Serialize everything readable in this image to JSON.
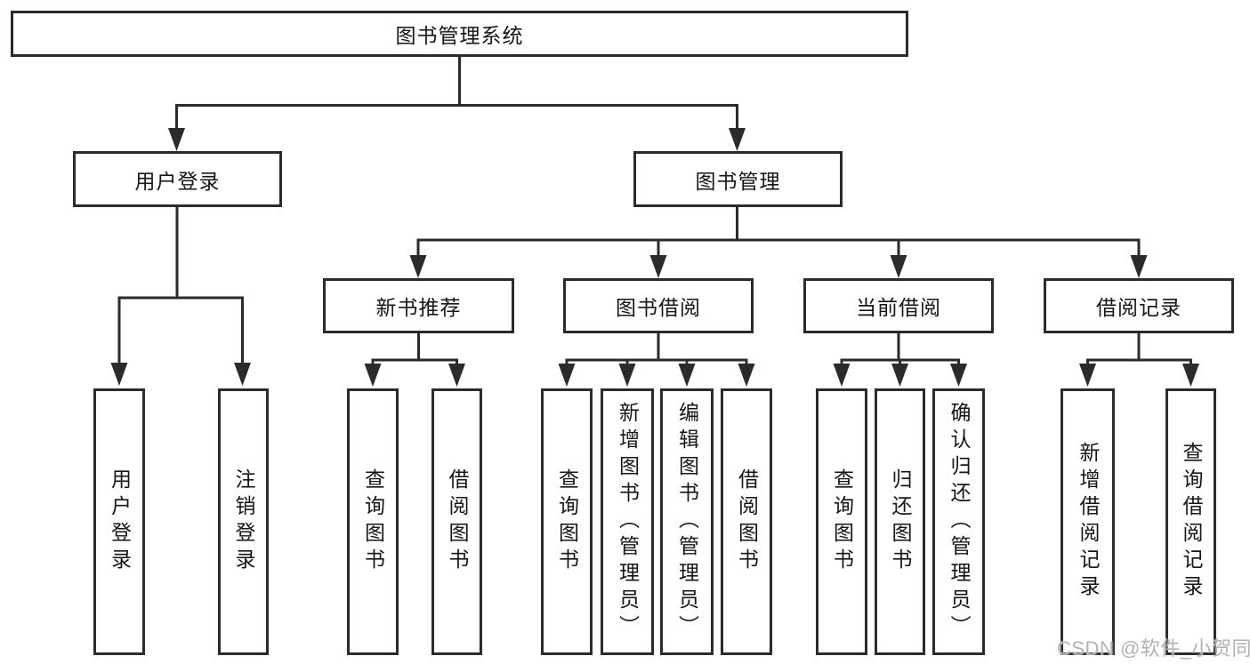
{
  "tree": {
    "label": "图书管理系统",
    "children": [
      {
        "label": "用户登录",
        "children": [
          {
            "label": "用户登录"
          },
          {
            "label": "注销登录"
          }
        ]
      },
      {
        "label": "图书管理",
        "children": [
          {
            "label": "新书推荐",
            "children": [
              {
                "label": "查询图书"
              },
              {
                "label": "借阅图书"
              }
            ]
          },
          {
            "label": "图书借阅",
            "children": [
              {
                "label": "查询图书"
              },
              {
                "label": "新增图书（管理员）"
              },
              {
                "label": "编辑图书（管理员）"
              },
              {
                "label": "借阅图书"
              }
            ]
          },
          {
            "label": "当前借阅",
            "children": [
              {
                "label": "查询图书"
              },
              {
                "label": "归还图书"
              },
              {
                "label": "确认归还（管理员）"
              }
            ]
          },
          {
            "label": "借阅记录",
            "children": [
              {
                "label": "新增借阅记录"
              },
              {
                "label": "查询借阅记录"
              }
            ]
          }
        ]
      }
    ]
  },
  "watermark": {
    "text": "CSDN @软件_小贺同学",
    "color": "#b2b2b2"
  },
  "colors": {
    "line": "#2b2b2b",
    "box_border": "#2b2b2b",
    "background": "#ffffff",
    "text": "#161616"
  }
}
